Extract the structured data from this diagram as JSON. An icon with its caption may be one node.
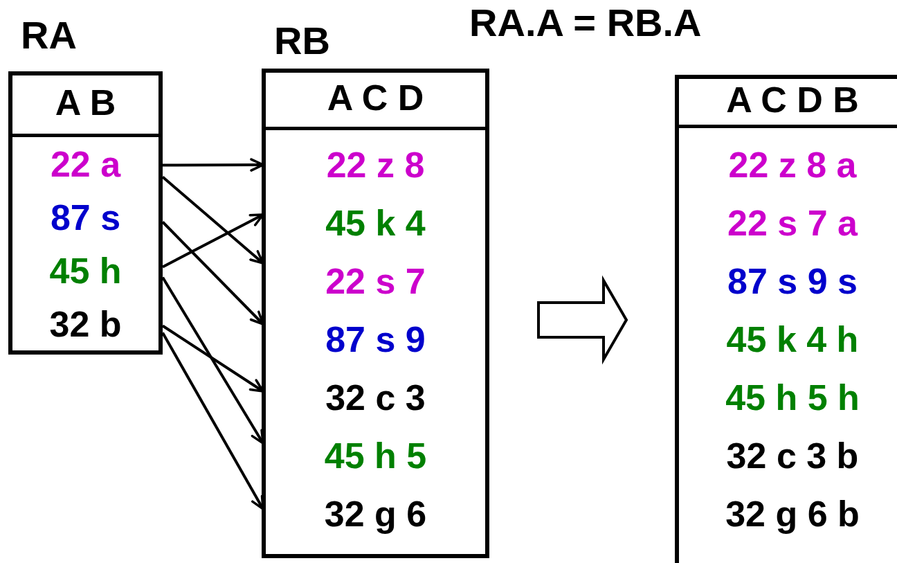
{
  "diagram": {
    "title": "RA.A = RB.A",
    "nodes": [
      {
        "text": [
          "RA",
          "A B"
        ]
      },
      {
        "text": [
          "22 a"
        ],
        "in": 0
      },
      {
        "text": [
          "87 s"
        ],
        "in": 0
      },
      {
        "text": [
          "45 h"
        ],
        "in": 0
      },
      {
        "text": [
          "32 b"
        ],
        "in": 0
      },
      {
        "text": [
          "RB",
          "A C D"
        ]
      },
      {
        "text": [
          "22 z 8"
        ],
        "in": 5
      },
      {
        "text": [
          "45 k 4"
        ],
        "in": 5
      },
      {
        "text": [
          "22 s 7"
        ],
        "in": 5
      },
      {
        "text": [
          "87 s 9"
        ],
        "in": 5
      },
      {
        "text": [
          "32 c 3"
        ],
        "in": 5
      },
      {
        "text": [
          "45 h 5"
        ],
        "in": 5
      },
      {
        "text": [
          "32 g 6"
        ],
        "in": 5
      },
      {
        "text": [
          "A C D B"
        ]
      },
      {
        "text": [
          "22 z 8 a"
        ],
        "in": 13
      },
      {
        "text": [
          "22 s 7 a"
        ],
        "in": 13
      },
      {
        "text": [
          "87 s 9 s"
        ],
        "in": 13
      },
      {
        "text": [
          "45 k 4 h"
        ],
        "in": 13
      },
      {
        "text": [
          "45 h 5 h"
        ],
        "in": 13
      },
      {
        "text": [
          "32 c 3 b"
        ],
        "in": 13
      },
      {
        "text": [
          "32 g 6 b"
        ],
        "in": 13
      }
    ],
    "edges": [
      {
        "from": 1,
        "to": 6,
        "arrow": "to"
      },
      {
        "from": 1,
        "to": 8,
        "arrow": "to"
      },
      {
        "from": 2,
        "to": 9,
        "arrow": "to"
      },
      {
        "from": 3,
        "to": 7,
        "arrow": "to"
      },
      {
        "from": 3,
        "to": 11,
        "arrow": "to"
      },
      {
        "from": 4,
        "to": 10,
        "arrow": "to"
      },
      {
        "from": 4,
        "to": 12,
        "arrow": "to"
      },
      {
        "from": 5,
        "to": 13,
        "arrow": "to",
        "style": "thick"
      }
    ]
  }
}
